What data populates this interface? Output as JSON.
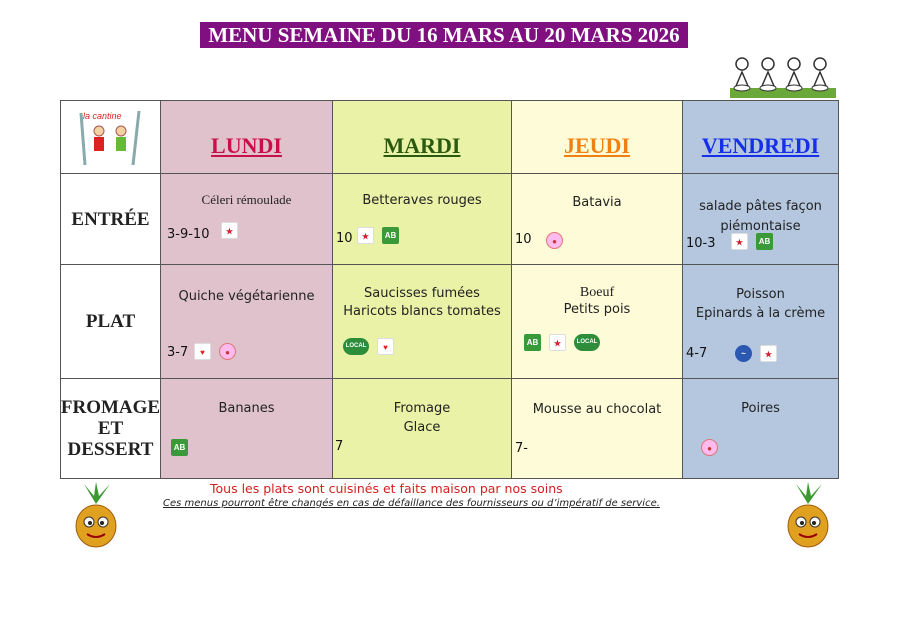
{
  "title": "MENU SEMAINE DU 16 MARS AU 20 MARS 2026",
  "logo_text": "la cantine",
  "colors": {
    "title_bg": "#80107f",
    "lundi": "#c8104a",
    "mardi": "#2a5a10",
    "jeudi": "#f08010",
    "vendredi": "#1530e8"
  },
  "days": [
    "LUNDI",
    "MARDI",
    "JEUDI",
    "VENDREDI"
  ],
  "rows": {
    "entree": "ENTRÉE",
    "plat": "PLAT",
    "dessert_l1": "FROMAGE",
    "dessert_l2": "ET",
    "dessert_l3": "DESSERT"
  },
  "entree": {
    "lundi": {
      "dish": "Céleri rémoulade",
      "code": "3-9-10"
    },
    "mardi": {
      "dish": "Betteraves rouges",
      "code": "10"
    },
    "jeudi": {
      "dish": "Batavia",
      "code": "10"
    },
    "vendredi": {
      "dish": "salade pâtes façon piémontaise",
      "code": "10-3"
    }
  },
  "plat": {
    "lundi": {
      "dish": "Quiche végétarienne",
      "code": "3-7"
    },
    "mardi": {
      "dish1": "Saucisses fumées",
      "dish2": "Haricots blancs tomates"
    },
    "jeudi": {
      "dish1": "Boeuf",
      "dish2": "Petits pois"
    },
    "vendredi": {
      "dish1": "Poisson",
      "dish2": "Epinards à la crème",
      "code": "4-7"
    }
  },
  "dessert": {
    "lundi": {
      "dish": "Bananes"
    },
    "mardi": {
      "dish1": "Fromage",
      "dish2": "Glace",
      "code": "7"
    },
    "jeudi": {
      "dish": "Mousse au chocolat",
      "code": "7-"
    },
    "vendredi": {
      "dish": "Poires"
    }
  },
  "badges": {
    "ab": "AB",
    "local": "LOCAL"
  },
  "notes": {
    "homemade": "Tous les plats sont cuisinés et faits maison par nos soins",
    "disclaimer": "Ces menus pourront être changés en cas de défaillance des fournisseurs ou d’impératif de service."
  }
}
